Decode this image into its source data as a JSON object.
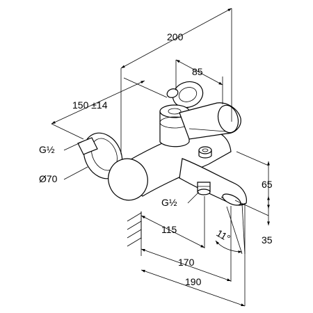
{
  "dimensions": {
    "overall_width": "200",
    "handle_width": "85",
    "center_distance": "150 ±14",
    "thread_left": "G½",
    "escutcheon_diameter": "Ø70",
    "height_65": "65",
    "thread_bottom": "G½",
    "projection_115": "115",
    "angle": "11°",
    "height_35": "35",
    "projection_170": "170",
    "projection_190": "190"
  }
}
